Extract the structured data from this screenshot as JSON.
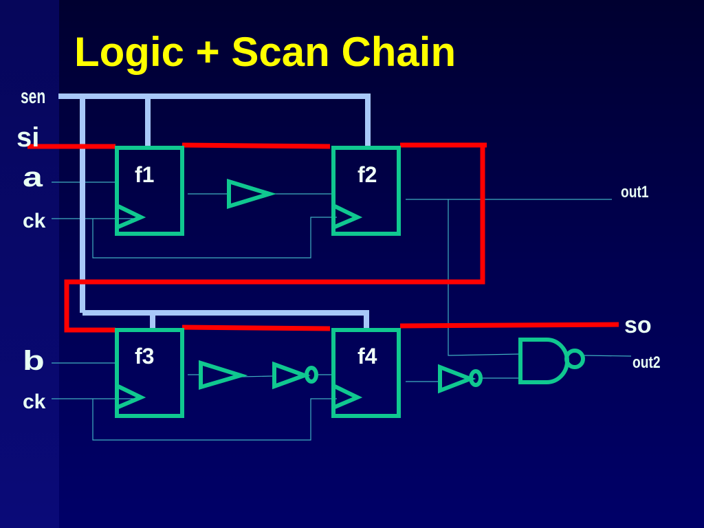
{
  "title": "Logic + Scan Chain",
  "inputs": {
    "sen": "sen",
    "si": "si",
    "a": "a",
    "ck1": "ck",
    "b": "b",
    "ck2": "ck"
  },
  "outputs": {
    "out1": "out1",
    "so": "so",
    "out2": "out2"
  },
  "flipflops": [
    "f1",
    "f2",
    "f3",
    "f4"
  ],
  "colors": {
    "title": "#ffff00",
    "scan_chain": "#ff0000",
    "scan_enable": "#a8c8f8",
    "gates": "#10c890",
    "wires": "#40b0c0"
  }
}
